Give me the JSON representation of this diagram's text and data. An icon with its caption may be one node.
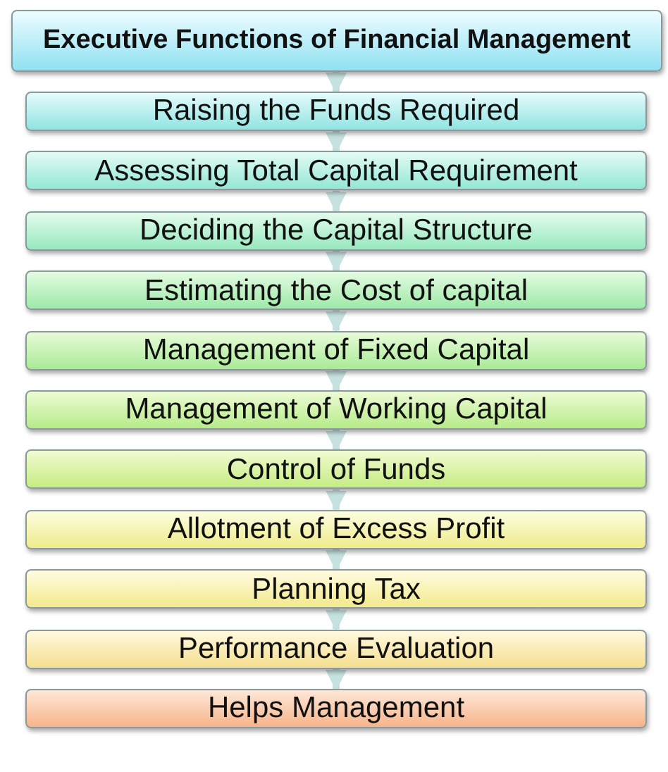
{
  "diagram": {
    "nodes": [
      {
        "text": [
          "Executive Functions of Financial Management"
        ]
      },
      {
        "text": [
          "Raising the Funds Required"
        ]
      },
      {
        "text": [
          "Assessing Total Capital Requirement"
        ]
      },
      {
        "text": [
          "Deciding the Capital Structure"
        ]
      },
      {
        "text": [
          "Estimating the Cost of capital"
        ]
      },
      {
        "text": [
          "Management of Fixed Capital"
        ]
      },
      {
        "text": [
          "Management of Working Capital"
        ]
      },
      {
        "text": [
          "Control of Funds"
        ]
      },
      {
        "text": [
          "Allotment of Excess Profit"
        ]
      },
      {
        "text": [
          "Planning Tax"
        ]
      },
      {
        "text": [
          "Performance Evaluation"
        ]
      },
      {
        "text": [
          "Helps Management"
        ]
      }
    ],
    "edges": [
      {
        "from": 0,
        "to": 1,
        "arrow": "to"
      },
      {
        "from": 1,
        "to": 2,
        "arrow": "to"
      },
      {
        "from": 2,
        "to": 3,
        "arrow": "to"
      },
      {
        "from": 3,
        "to": 4,
        "arrow": "to"
      },
      {
        "from": 4,
        "to": 5,
        "arrow": "to"
      },
      {
        "from": 5,
        "to": 6,
        "arrow": "to"
      },
      {
        "from": 6,
        "to": 7,
        "arrow": "to"
      },
      {
        "from": 7,
        "to": 8,
        "arrow": "to"
      },
      {
        "from": 8,
        "to": 9,
        "arrow": "to"
      },
      {
        "from": 9,
        "to": 10,
        "arrow": "to"
      },
      {
        "from": 10,
        "to": 11,
        "arrow": "to"
      }
    ]
  }
}
